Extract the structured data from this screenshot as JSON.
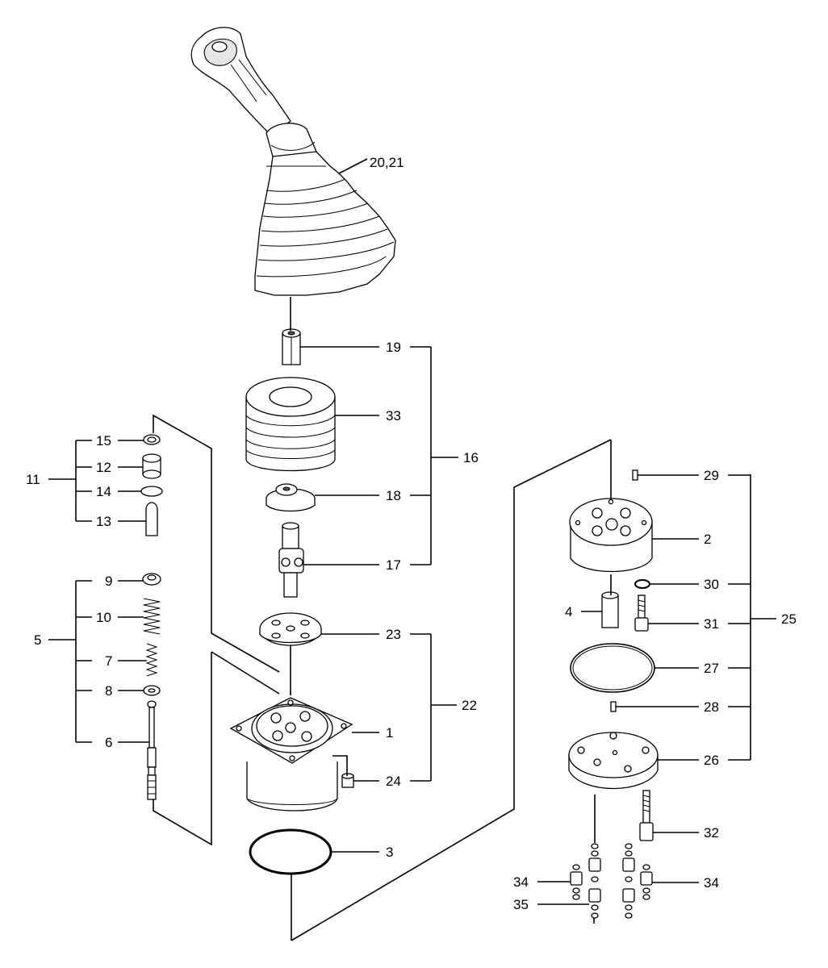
{
  "callouts": {
    "c1": "1",
    "c2": "2",
    "c3": "3",
    "c4": "4",
    "c5": "5",
    "c6": "6",
    "c7": "7",
    "c8": "8",
    "c9": "9",
    "c10": "10",
    "c11": "11",
    "c12": "12",
    "c13": "13",
    "c14": "14",
    "c15": "15",
    "c16": "16",
    "c17": "17",
    "c18": "18",
    "c19": "19",
    "c20_21": "20,21",
    "c22": "22",
    "c23": "23",
    "c24": "24",
    "c25": "25",
    "c26": "26",
    "c27": "27",
    "c28": "28",
    "c29": "29",
    "c30": "30",
    "c31": "31",
    "c32": "32",
    "c33": "33",
    "c34a": "34",
    "c34b": "34",
    "c35": "35"
  }
}
